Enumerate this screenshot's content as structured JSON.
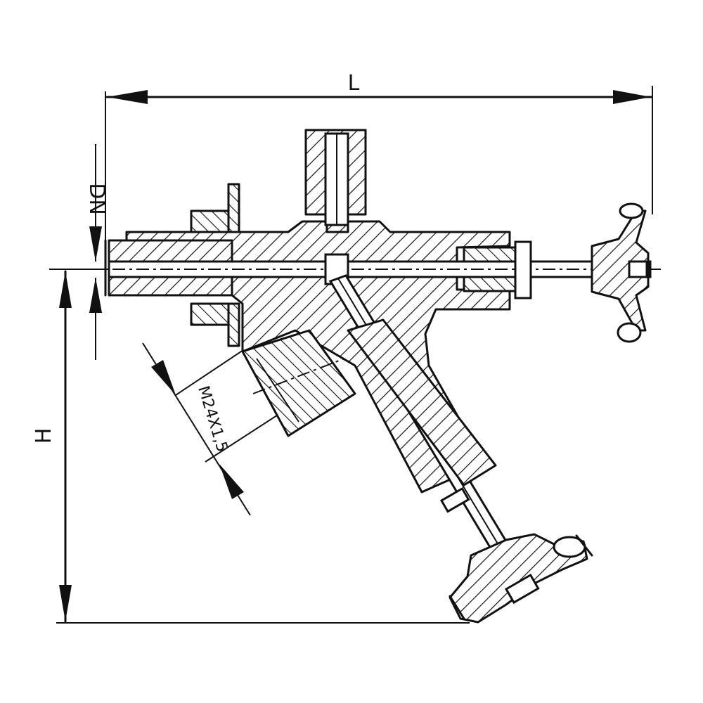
{
  "dimensions": {
    "length_label": "L",
    "height_label": "H",
    "nominal_diameter_label": "DN",
    "thread_label": "M24X1,5"
  }
}
